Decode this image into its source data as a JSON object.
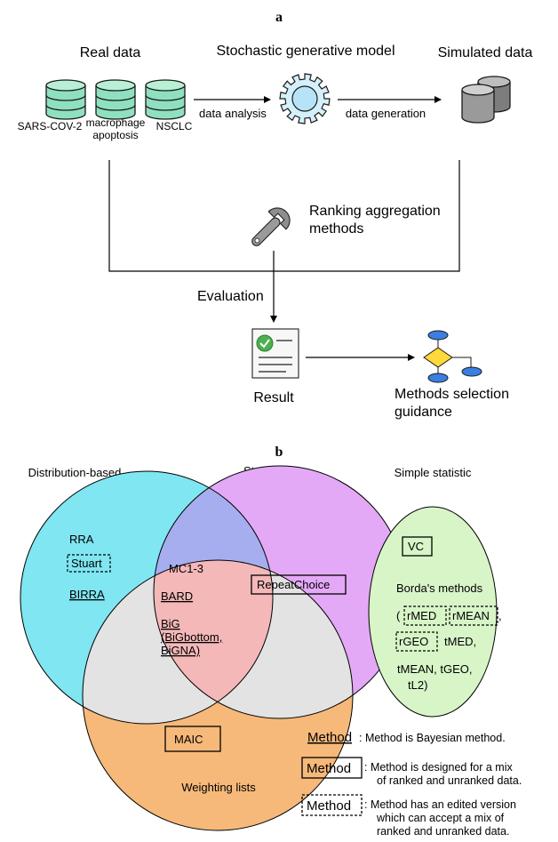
{
  "panel_a": {
    "label": "a",
    "real_data": {
      "title": "Real data",
      "datasets": [
        "SARS-COV-2",
        "macrophage",
        "apoptosis",
        "NSCLC"
      ]
    },
    "model": {
      "title": "Stochastic generative model"
    },
    "simulated": {
      "title": "Simulated data"
    },
    "arrow_analysis": "data analysis",
    "arrow_generation": "data generation",
    "ranking": {
      "line1": "Ranking aggregation",
      "line2": "methods"
    },
    "evaluation": "Evaluation",
    "result": "Result",
    "guidance": {
      "line1": "Methods selection",
      "line2": "guidance"
    }
  },
  "panel_b": {
    "label": "b",
    "headers": {
      "distribution": "Distribution-based",
      "stochastic": "Stochastic",
      "simple": "Simple statistic",
      "weighting": "Weighting lists"
    },
    "methods": {
      "rra": "RRA",
      "stuart": "Stuart",
      "birra": "BIRRA",
      "mc": "MC1-3",
      "repeat": "RepeatChoice",
      "bard": "BARD",
      "big1": "BiG",
      "big2": "(BiGbottom,",
      "big3": "BiGNA)",
      "maic": "MAIC",
      "vc": "VC",
      "borda": "Borda's methods",
      "paren_open": "(",
      "rmed": "rMED",
      "rmean": "rMEAN",
      "comma1": ",",
      "rgeo": "rGEO",
      "tmed": "tMED,",
      "tmean_tgeo": "tMEAN, tGEO,",
      "tl2": "tL2)"
    },
    "legend": {
      "bayes_term": "Method",
      "bayes_desc": ": Method is Bayesian method.",
      "mix_term": "Method",
      "mix_desc1": ": Method is designed for a mix",
      "mix_desc2": "of ranked and unranked data.",
      "edit_term": "Method",
      "edit_desc1": ": Method has an edited version",
      "edit_desc2": "which can accept a mix of",
      "edit_desc3": "ranked and unranked data."
    },
    "colors": {
      "distribution": "#7fe6f2",
      "stochastic": "#e4a9f6",
      "weighting": "#f6b97a",
      "dist_stoch": "#a7aef0",
      "dist_weight": "#e3e3e3",
      "stoch_weight": "#e3e3e3",
      "center": "#f4b8b8",
      "simple": "#d8f5c8"
    }
  }
}
